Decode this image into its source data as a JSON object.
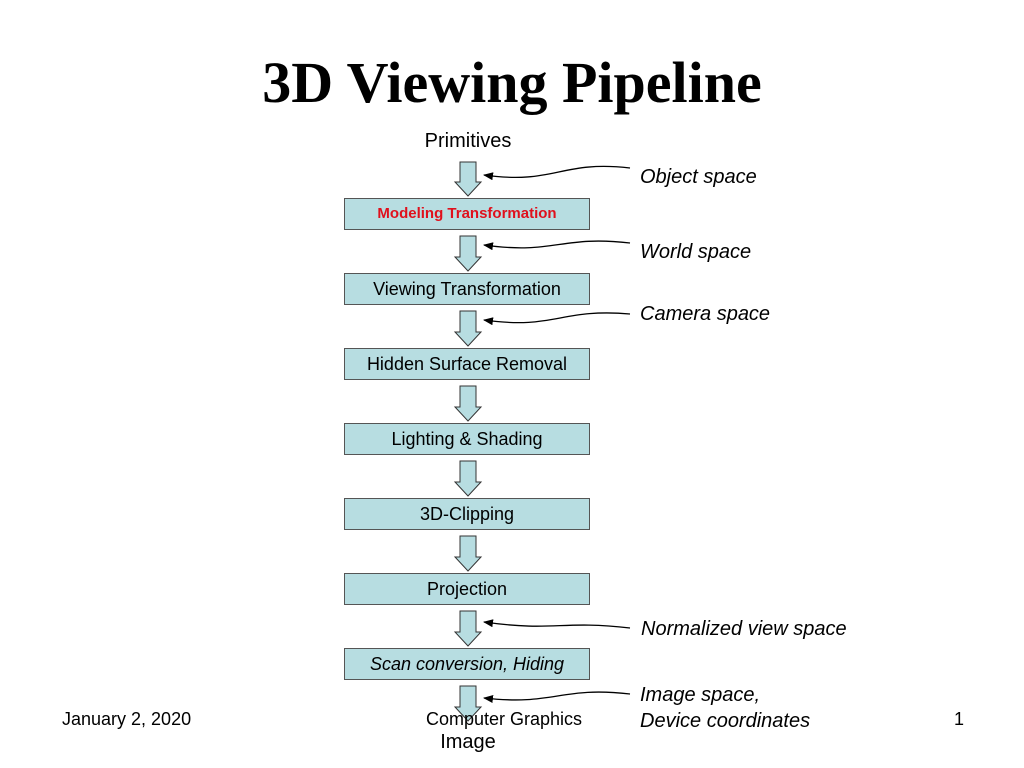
{
  "title": "3D Viewing Pipeline",
  "input_label": "Primitives",
  "output_label": "Image",
  "stages": [
    {
      "label": "Modeling Transformation",
      "style": "red-bold"
    },
    {
      "label": "Viewing Transformation",
      "style": "normal"
    },
    {
      "label": "Hidden Surface Removal",
      "style": "normal"
    },
    {
      "label": "Lighting & Shading",
      "style": "normal"
    },
    {
      "label": "3D-Clipping",
      "style": "normal"
    },
    {
      "label": "Projection",
      "style": "normal"
    },
    {
      "label": "Scan conversion, Hiding",
      "style": "italic"
    }
  ],
  "space_labels": [
    "Object space",
    "World space",
    "Camera space",
    "Normalized view space",
    "Image space,",
    "Device coordinates"
  ],
  "footer": {
    "date": "January 2, 2020",
    "course": "Computer Graphics",
    "page": "1"
  },
  "colors": {
    "stage_fill": "#b7dde1",
    "stage_border": "#555555",
    "highlight_text": "#e0101c"
  }
}
